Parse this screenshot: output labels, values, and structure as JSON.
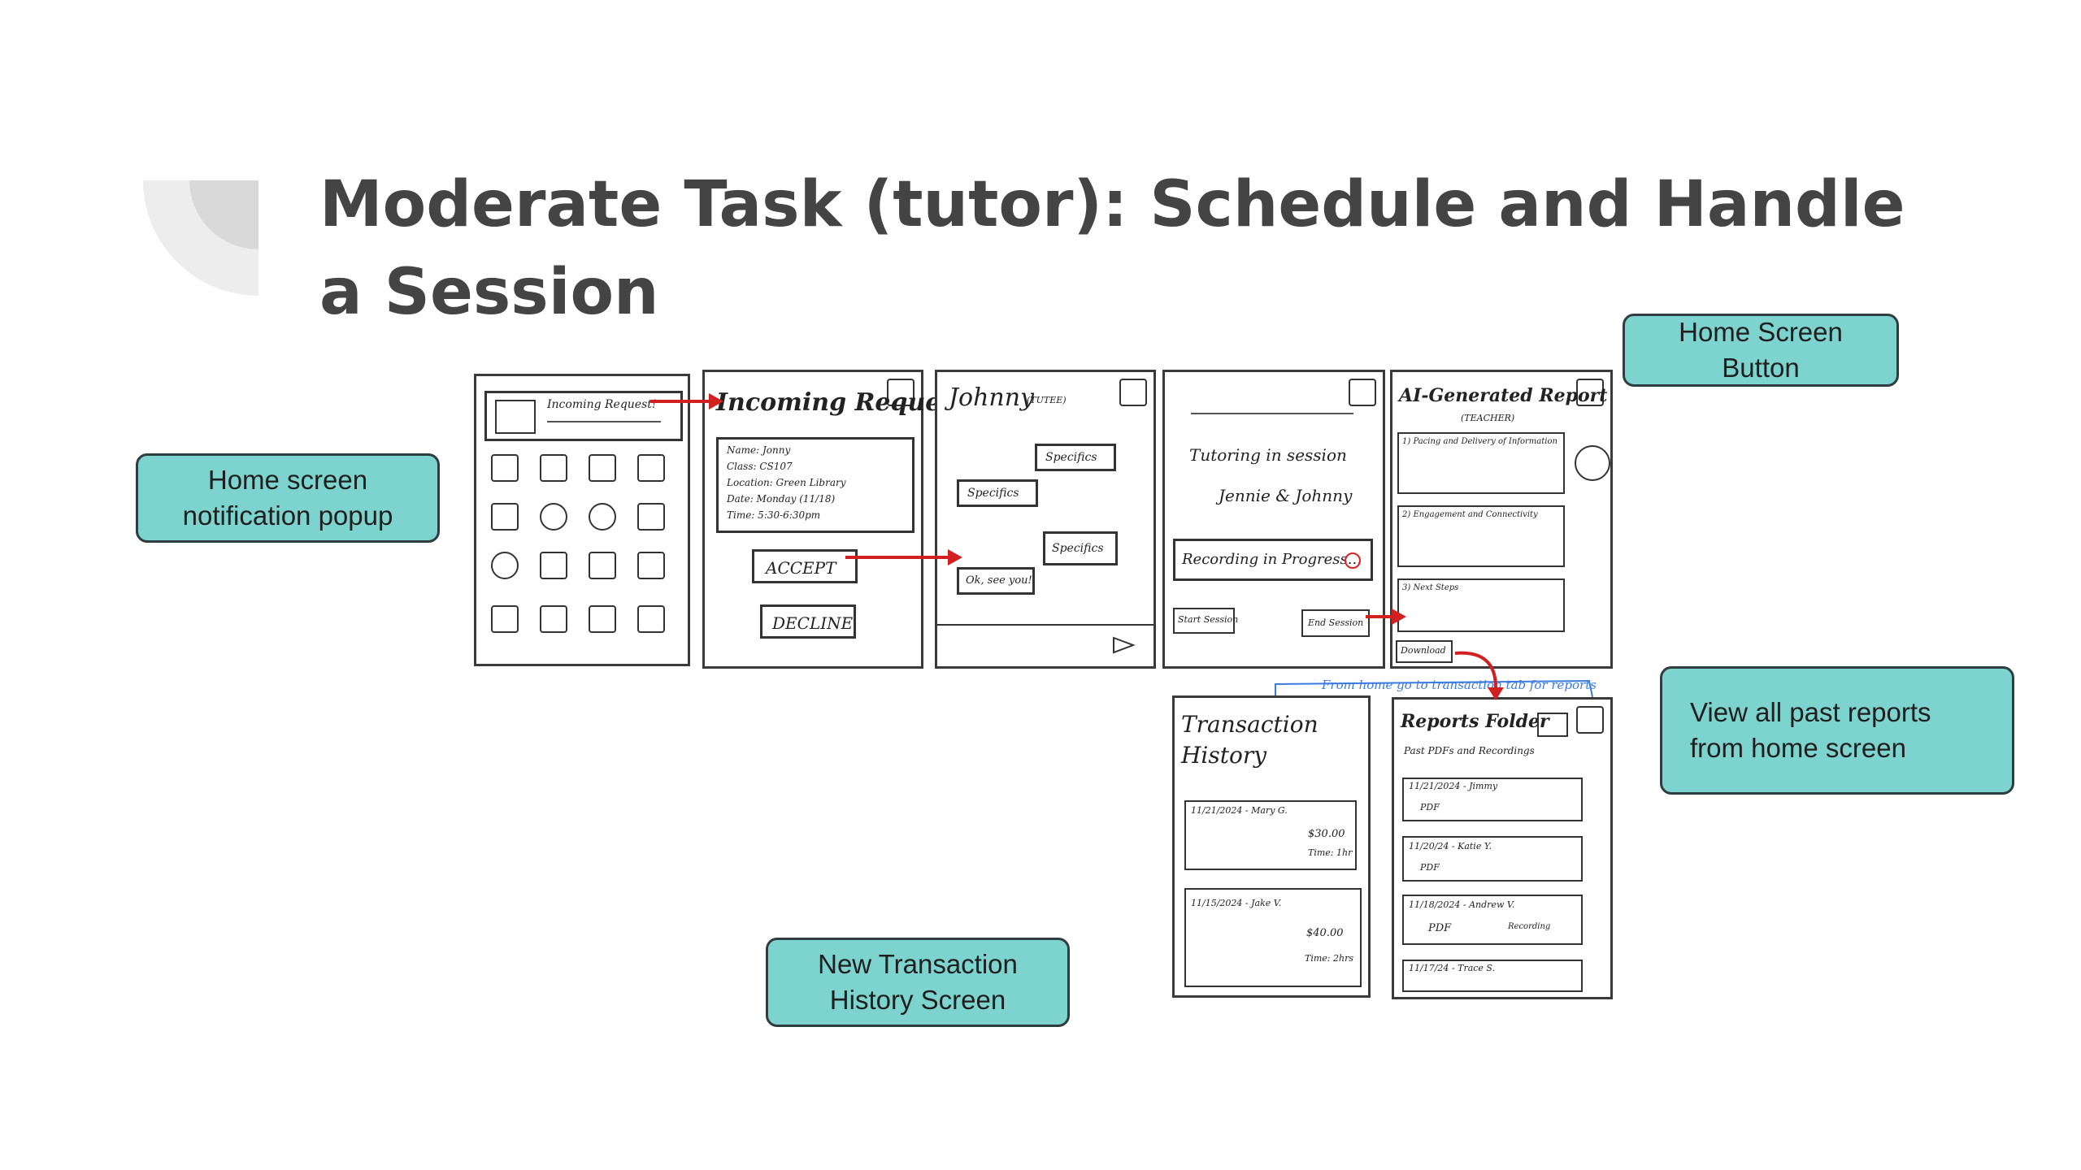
{
  "slide": {
    "title": "Moderate Task (tutor): Schedule and Handle a Session"
  },
  "callouts": {
    "home_notification": "Home screen\nnotification popup",
    "home_button": "Home Screen\nButton",
    "past_reports": "View all past reports\nfrom home screen",
    "transaction_history": "New Transaction\nHistory Screen"
  },
  "sketches": {
    "home": {
      "popup_title": "Incoming Request!"
    },
    "incoming": {
      "title": "Incoming Request!",
      "details": [
        "Name: Jonny",
        "Class: CS107",
        "Location: Green Library",
        "Date: Monday (11/18)",
        "Time: 5:30-6:30pm"
      ],
      "accept": "ACCEPT",
      "decline": "DECLINE"
    },
    "chat": {
      "title": "Johnny",
      "subtitle": "(TUTEE)",
      "bubbles": [
        "Specifics",
        "Specifics",
        "Specifics",
        "Ok, see you!"
      ]
    },
    "session": {
      "status": "Tutoring in session",
      "names": "Jennie & Johnny",
      "recording": "Recording in Progress...",
      "start": "Start Session",
      "end": "End Session"
    },
    "report": {
      "title": "AI-Generated Report",
      "subtitle": "(TEACHER)",
      "sections": [
        "1) Pacing and Delivery of Information",
        "2) Engagement and Connectivity",
        "3) Next Steps"
      ],
      "download": "Download"
    },
    "note": "From home go to transaction tab for reports",
    "transactions": {
      "title": "Transaction History",
      "entries": [
        {
          "date": "11/21/2024 - Mary G.",
          "amount": "$30.00",
          "time": "Time: 1hr"
        },
        {
          "date": "11/15/2024 - Jake V.",
          "amount": "$40.00",
          "time": "Time: 2hrs"
        }
      ]
    },
    "reports_folder": {
      "title": "Reports Folder",
      "subtitle": "Past PDFs and Recordings",
      "entries": [
        "11/21/2024 - Jimmy",
        "11/20/24 - Katie Y.",
        "11/18/2024 - Andrew V.",
        "11/17/24 - Trace S."
      ],
      "pdf": "PDF",
      "recording": "Recording"
    }
  }
}
